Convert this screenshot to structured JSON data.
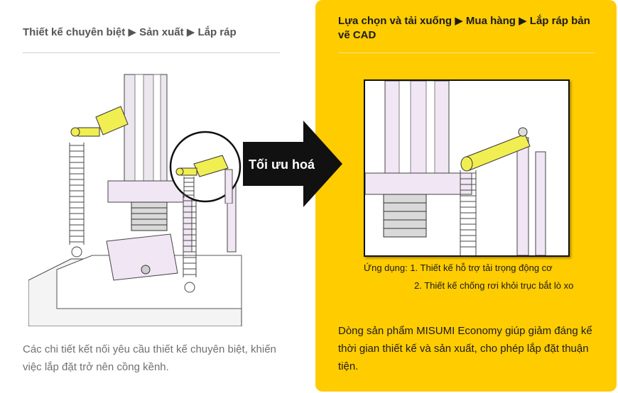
{
  "left": {
    "title": "Thiết kế chuyên biệt  ▶ Sản xuất  ▶ Lắp ráp",
    "caption": "Các chi tiết kết nối yêu cầu thiết kế chuyên biệt, khiến việc lắp đặt trở nên cồng kềnh."
  },
  "arrow": {
    "label": "Tối ưu hoá"
  },
  "right": {
    "title": "Lựa chọn và tải xuống  ▶ Mua hàng ▶ Lắp ráp bản vẽ CAD",
    "application_line1": "Ứng dụng: 1. Thiết kế hỗ trợ tải trọng động cơ",
    "application_line2": "2. Thiết kế chống rơi khỏi trục bắt lò xo",
    "description": "Dòng sản phẩm MISUMI Economy giúp giảm đáng kể thời gian thiết kế và sản xuất, cho phép lắp đặt thuận tiện."
  },
  "colors": {
    "panel": "#ffcc00",
    "arrow": "#111111",
    "part_yellow": "#f1ee52",
    "frame_pink": "#f1e6f4"
  }
}
